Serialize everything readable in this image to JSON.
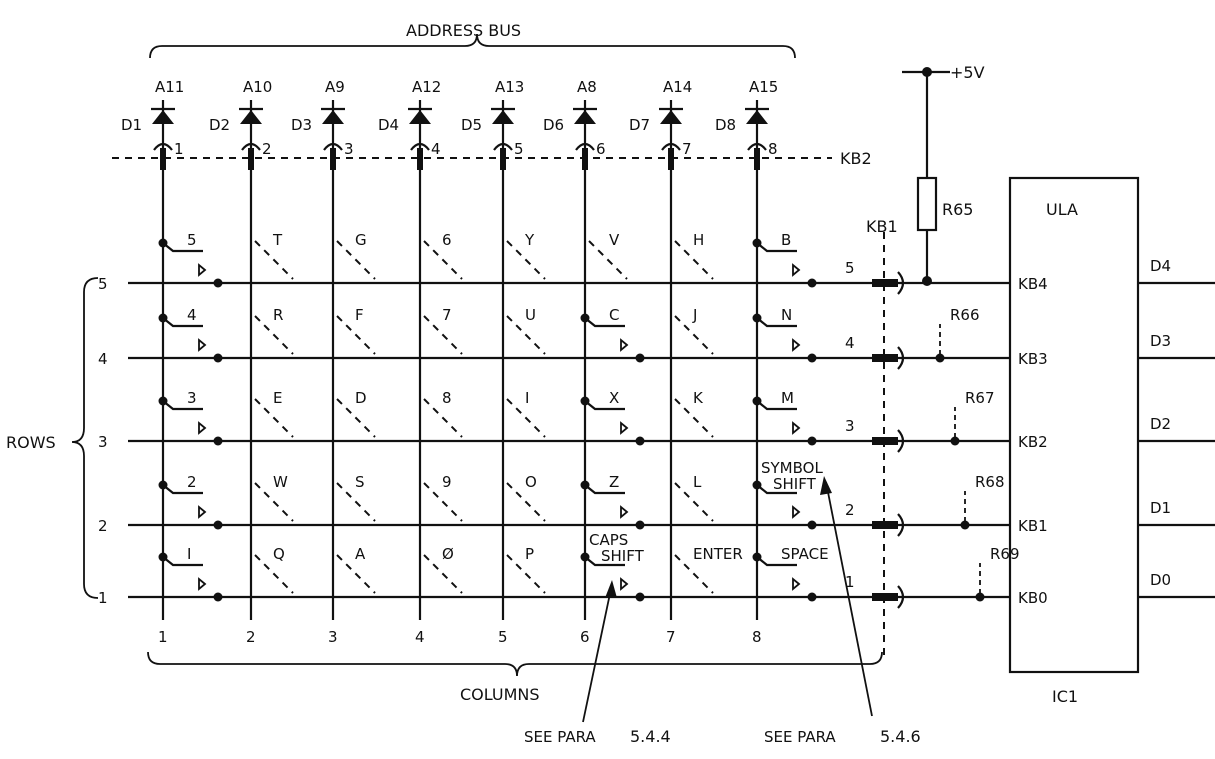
{
  "address_bus_label": "ADDRESS BUS",
  "columns_label": "COLUMNS",
  "rows_label": "ROWS",
  "supply_label": "+5V",
  "ula_label": "ULA",
  "ic_label": "IC1",
  "resistor_r65": "R65",
  "connector_kb1": "KB1",
  "connector_kb2": "KB2",
  "see_para_1": "SEE PARA",
  "see_para_1_ref": "5.4.4",
  "see_para_2": "SEE PARA",
  "see_para_2_ref": "5.4.6",
  "columns": [
    {
      "address": "A11",
      "diode": "D1",
      "pin": "1",
      "num": "1"
    },
    {
      "address": "A10",
      "diode": "D2",
      "pin": "2",
      "num": "2"
    },
    {
      "address": "A9",
      "diode": "D3",
      "pin": "3",
      "num": "3"
    },
    {
      "address": "A12",
      "diode": "D4",
      "pin": "4",
      "num": "4"
    },
    {
      "address": "A13",
      "diode": "D5",
      "pin": "5",
      "num": "5"
    },
    {
      "address": "A8",
      "diode": "D6",
      "pin": "6",
      "num": "6"
    },
    {
      "address": "A14",
      "diode": "D7",
      "pin": "7",
      "num": "7"
    },
    {
      "address": "A15",
      "diode": "D8",
      "pin": "8",
      "num": "8"
    }
  ],
  "rows": [
    {
      "num": "5",
      "pin": "5",
      "ula_pin": "KB4",
      "data": "D4",
      "resistor": ""
    },
    {
      "num": "4",
      "pin": "4",
      "ula_pin": "KB3",
      "data": "D3",
      "resistor": "R66"
    },
    {
      "num": "3",
      "pin": "3",
      "ula_pin": "KB2",
      "data": "D2",
      "resistor": "R67"
    },
    {
      "num": "2",
      "pin": "2",
      "ula_pin": "KB1",
      "data": "D1",
      "resistor": "R68"
    },
    {
      "num": "1",
      "pin": "1",
      "ula_pin": "KB0",
      "data": "D0",
      "resistor": "R69"
    }
  ],
  "keys": [
    [
      "5",
      "T",
      "G",
      "6",
      "Y",
      "V",
      "H",
      "B"
    ],
    [
      "4",
      "R",
      "F",
      "7",
      "U",
      "C",
      "J",
      "N"
    ],
    [
      "3",
      "E",
      "D",
      "8",
      "I",
      "X",
      "K",
      "M"
    ],
    [
      "2",
      "W",
      "S",
      "9",
      "O",
      "Z",
      "L",
      "SYMBOL SHIFT"
    ],
    [
      "I",
      "Q",
      "A",
      "Ø",
      "P",
      "CAPS SHIFT",
      "ENTER",
      "SPACE"
    ]
  ]
}
